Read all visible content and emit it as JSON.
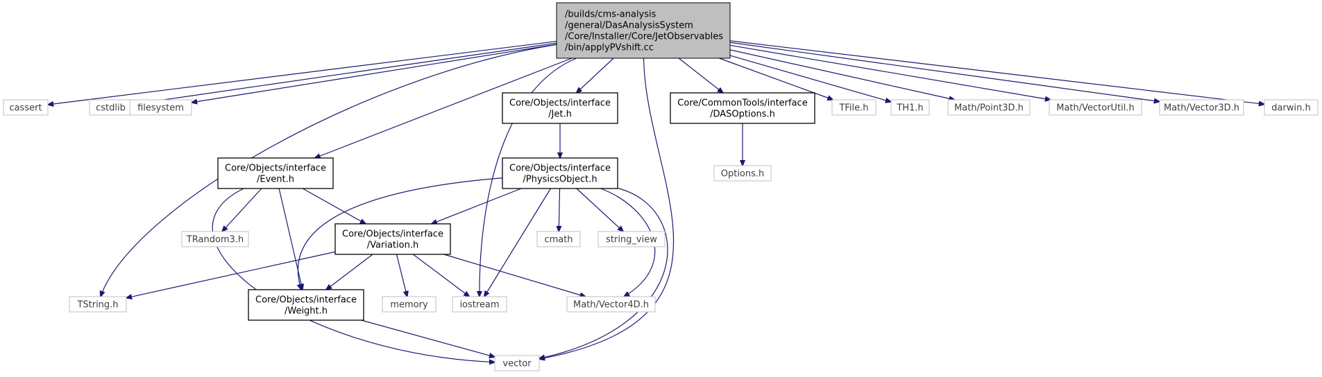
{
  "nodes": {
    "root": {
      "lines": [
        "/builds/cms-analysis",
        "/general/DasAnalysisSystem",
        "/Core/Installer/Core/JetObservables",
        "/bin/applyPVshift.cc"
      ],
      "kind": "root"
    },
    "cassert": {
      "lines": [
        "cassert"
      ],
      "kind": "external"
    },
    "cstdlib": {
      "lines": [
        "cstdlib"
      ],
      "kind": "external"
    },
    "filesystem": {
      "lines": [
        "filesystem"
      ],
      "kind": "external"
    },
    "jet_h": {
      "lines": [
        "Core/Objects/interface",
        "/Jet.h"
      ],
      "kind": "internal"
    },
    "dasoptions_h": {
      "lines": [
        "Core/CommonTools/interface",
        "/DASOptions.h"
      ],
      "kind": "internal"
    },
    "tfile_h": {
      "lines": [
        "TFile.h"
      ],
      "kind": "external"
    },
    "th1_h": {
      "lines": [
        "TH1.h"
      ],
      "kind": "external"
    },
    "point3d_h": {
      "lines": [
        "Math/Point3D.h"
      ],
      "kind": "external"
    },
    "vectorutil_h": {
      "lines": [
        "Math/VectorUtil.h"
      ],
      "kind": "external"
    },
    "vector3d_h": {
      "lines": [
        "Math/Vector3D.h"
      ],
      "kind": "external"
    },
    "darwin_h": {
      "lines": [
        "darwin.h"
      ],
      "kind": "external"
    },
    "options_h": {
      "lines": [
        "Options.h"
      ],
      "kind": "external"
    },
    "event_h": {
      "lines": [
        "Core/Objects/interface",
        "/Event.h"
      ],
      "kind": "internal"
    },
    "physicsobject_h": {
      "lines": [
        "Core/Objects/interface",
        "/PhysicsObject.h"
      ],
      "kind": "internal"
    },
    "trandom3_h": {
      "lines": [
        "TRandom3.h"
      ],
      "kind": "external"
    },
    "variation_h": {
      "lines": [
        "Core/Objects/interface",
        "/Variation.h"
      ],
      "kind": "internal"
    },
    "cmath": {
      "lines": [
        "cmath"
      ],
      "kind": "external"
    },
    "string_view": {
      "lines": [
        "string_view"
      ],
      "kind": "external"
    },
    "tstring_h": {
      "lines": [
        "TString.h"
      ],
      "kind": "external"
    },
    "weight_h": {
      "lines": [
        "Core/Objects/interface",
        "/Weight.h"
      ],
      "kind": "internal"
    },
    "memory": {
      "lines": [
        "memory"
      ],
      "kind": "external"
    },
    "iostream": {
      "lines": [
        "iostream"
      ],
      "kind": "external"
    },
    "vector4d_h": {
      "lines": [
        "Math/Vector4D.h"
      ],
      "kind": "external"
    },
    "vector": {
      "lines": [
        "vector"
      ],
      "kind": "external"
    }
  },
  "edges": [
    [
      "root",
      "cassert"
    ],
    [
      "root",
      "cstdlib"
    ],
    [
      "root",
      "filesystem"
    ],
    [
      "root",
      "tstring_h"
    ],
    [
      "root",
      "event_h"
    ],
    [
      "root",
      "jet_h"
    ],
    [
      "root",
      "iostream"
    ],
    [
      "root",
      "vector"
    ],
    [
      "root",
      "dasoptions_h"
    ],
    [
      "root",
      "tfile_h"
    ],
    [
      "root",
      "th1_h"
    ],
    [
      "root",
      "point3d_h"
    ],
    [
      "root",
      "vectorutil_h"
    ],
    [
      "root",
      "vector3d_h"
    ],
    [
      "root",
      "darwin_h"
    ],
    [
      "jet_h",
      "physicsobject_h"
    ],
    [
      "dasoptions_h",
      "options_h"
    ],
    [
      "event_h",
      "trandom3_h"
    ],
    [
      "event_h",
      "variation_h"
    ],
    [
      "event_h",
      "weight_h"
    ],
    [
      "event_h",
      "vector"
    ],
    [
      "physicsobject_h",
      "variation_h"
    ],
    [
      "physicsobject_h",
      "weight_h"
    ],
    [
      "physicsobject_h",
      "iostream"
    ],
    [
      "physicsobject_h",
      "cmath"
    ],
    [
      "physicsobject_h",
      "string_view"
    ],
    [
      "physicsobject_h",
      "vector4d_h"
    ],
    [
      "physicsobject_h",
      "vector"
    ],
    [
      "variation_h",
      "tstring_h"
    ],
    [
      "variation_h",
      "weight_h"
    ],
    [
      "variation_h",
      "memory"
    ],
    [
      "variation_h",
      "iostream"
    ],
    [
      "variation_h",
      "vector4d_h"
    ],
    [
      "weight_h",
      "vector"
    ]
  ],
  "colors": {
    "edge": "#191970",
    "root_fill": "#bfbfbf",
    "external_border": "#bfbfbf",
    "internal_border": "#000000",
    "external_text": "#3d3d3d"
  }
}
